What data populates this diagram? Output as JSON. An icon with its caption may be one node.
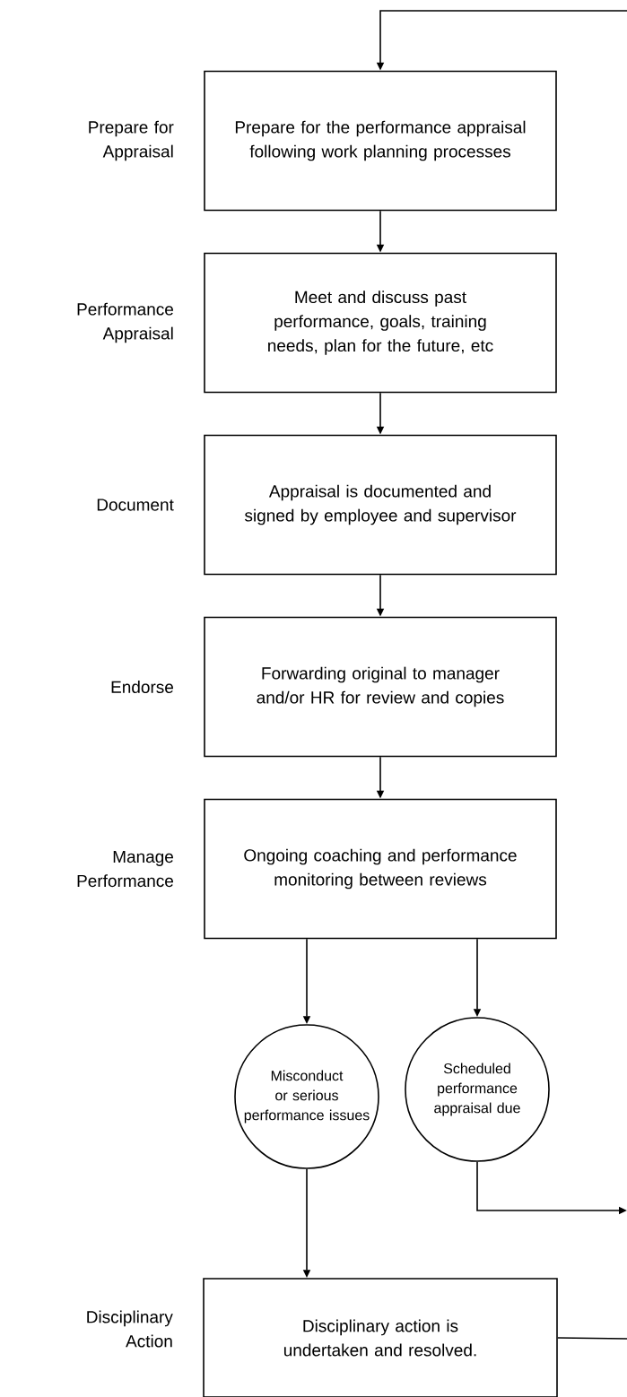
{
  "diagram": {
    "nodes": [
      {
        "text": [
          "Prepare for the performance appraisal following work planning processes"
        ],
        "beside": [
          "Prepare for Appraisal"
        ]
      },
      {
        "text": [
          "Meet and discuss past performance, goals, training needs, plan for the future, etc"
        ],
        "beside": [
          "Performance Appraisal"
        ]
      },
      {
        "text": [
          "Appraisal is documented and signed by employee and supervisor"
        ],
        "beside": [
          "Document"
        ]
      },
      {
        "text": [
          "Forwarding  original to manager and/or HR for review and copies"
        ],
        "beside": [
          "Endorse"
        ]
      },
      {
        "text": [
          "Ongoing coaching and performance monitoring between reviews"
        ],
        "beside": [
          "Manage Performance"
        ]
      },
      {
        "text": [
          "Misconduct or serious performance issues"
        ]
      },
      {
        "text": [
          "Scheduled performance appraisal due"
        ]
      },
      {
        "text": [
          "Disciplinary action is undertaken and resolved."
        ],
        "beside": [
          "Disciplinary Action"
        ]
      }
    ],
    "edges": [
      {
        "from": null,
        "to": 0,
        "arrow": "to"
      },
      {
        "from": 0,
        "to": 1,
        "arrow": "to"
      },
      {
        "from": 1,
        "to": 2,
        "arrow": "to"
      },
      {
        "from": 2,
        "to": 3,
        "arrow": "to"
      },
      {
        "from": 3,
        "to": 4,
        "arrow": "to"
      },
      {
        "from": 4,
        "to": 5,
        "arrow": "to"
      },
      {
        "from": 4,
        "to": 6,
        "arrow": "to"
      },
      {
        "from": 5,
        "to": 7,
        "arrow": "to"
      },
      {
        "from": 6,
        "to": null,
        "arrow": "to"
      },
      {
        "from": 7,
        "to": null,
        "arrow": "none"
      }
    ]
  }
}
